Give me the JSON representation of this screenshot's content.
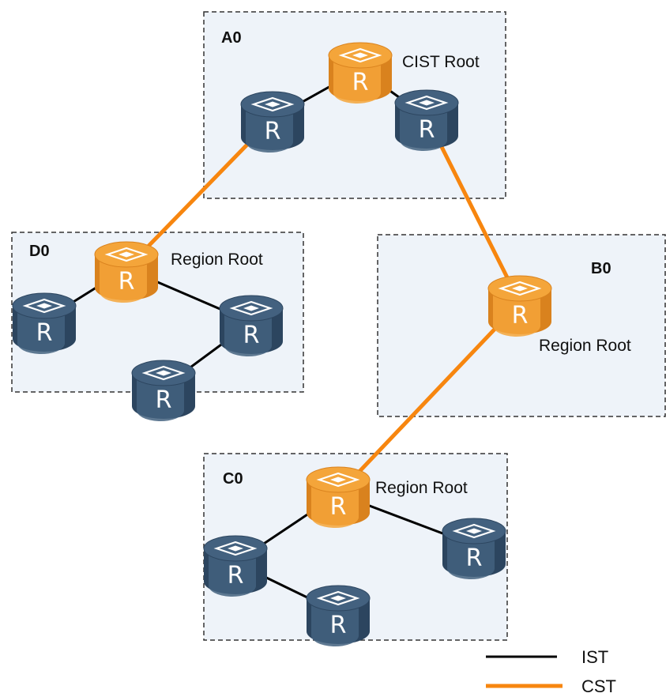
{
  "colors": {
    "ist": "#000000",
    "cst": "#f7860f",
    "root_router": "#f4a53a",
    "root_router_dark": "#d9821e",
    "normal_router": "#43617f",
    "normal_router_dark": "#2c455f",
    "region_fill": "#eef3f9"
  },
  "regions": {
    "a0": {
      "label": "A0"
    },
    "b0": {
      "label": "B0"
    },
    "c0": {
      "label": "C0"
    },
    "d0": {
      "label": "D0"
    }
  },
  "nodes": {
    "a0_root": {
      "icon": "router-icon",
      "role": "root",
      "letter": "R",
      "label": "CIST Root"
    },
    "a0_left": {
      "icon": "router-icon",
      "role": "normal",
      "letter": "R"
    },
    "a0_right": {
      "icon": "router-icon",
      "role": "normal",
      "letter": "R"
    },
    "d0_root": {
      "icon": "router-icon",
      "role": "root",
      "letter": "R",
      "label": "Region Root"
    },
    "d0_left": {
      "icon": "router-icon",
      "role": "normal",
      "letter": "R"
    },
    "d0_right": {
      "icon": "router-icon",
      "role": "normal",
      "letter": "R"
    },
    "d0_bottom": {
      "icon": "router-icon",
      "role": "normal",
      "letter": "R"
    },
    "b0_root": {
      "icon": "router-icon",
      "role": "root",
      "letter": "R",
      "label": "Region Root"
    },
    "c0_root": {
      "icon": "router-icon",
      "role": "root",
      "letter": "R",
      "label": "Region Root"
    },
    "c0_left": {
      "icon": "router-icon",
      "role": "normal",
      "letter": "R"
    },
    "c0_bottom": {
      "icon": "router-icon",
      "role": "normal",
      "letter": "R"
    },
    "c0_right": {
      "icon": "router-icon",
      "role": "normal",
      "letter": "R"
    }
  },
  "legend": {
    "ist": "IST",
    "cst": "CST"
  }
}
